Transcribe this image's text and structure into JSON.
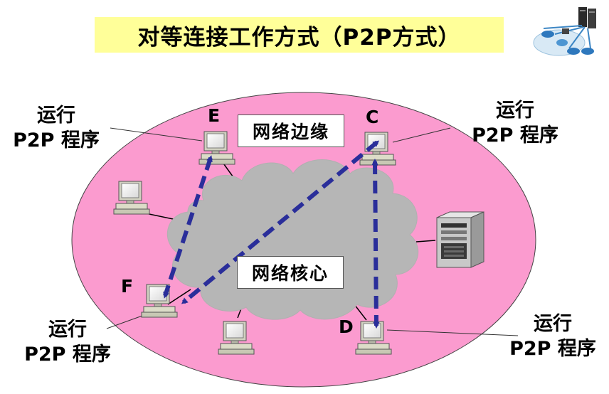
{
  "title": "对等连接工作方式（P2P方式）",
  "labels": {
    "edge": "网络边缘",
    "core": "网络核心"
  },
  "nodes": {
    "E": "E",
    "C": "C",
    "F": "F",
    "D": "D"
  },
  "run_label": {
    "line1": "运行",
    "line2": "P2P 程序"
  },
  "colors": {
    "edge_fill": "#fb9bcf",
    "cloud_fill": "#b6b6b6",
    "arrow": "#2a2e9a",
    "title_bg": "#ffff99"
  }
}
